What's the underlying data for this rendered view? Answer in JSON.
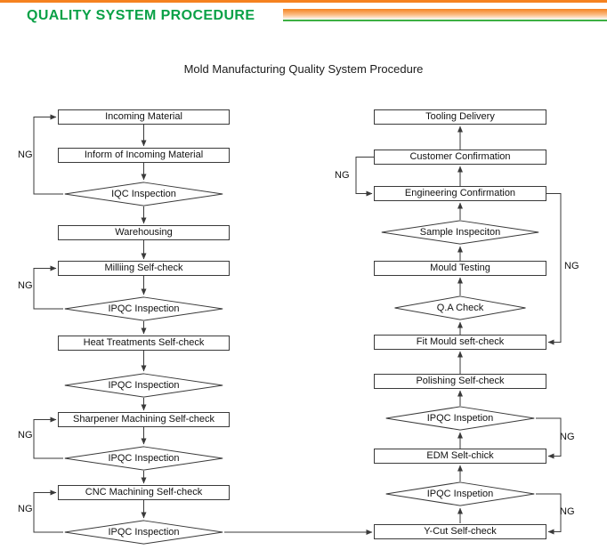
{
  "header": {
    "title": "QUALITY SYSTEM PROCEDURE"
  },
  "diagram": {
    "title": "Mold Manufacturing Quality System Procedure",
    "ng_label": "NG",
    "left": [
      {
        "label": "Incoming Material",
        "type": "rect"
      },
      {
        "label": "Inform of Incoming Material",
        "type": "rect"
      },
      {
        "label": "IQC Inspection",
        "type": "diamond"
      },
      {
        "label": "Warehousing",
        "type": "rect"
      },
      {
        "label": "Milliing Self-check",
        "type": "rect"
      },
      {
        "label": "IPQC Inspection",
        "type": "diamond"
      },
      {
        "label": "Heat Treatments Self-check",
        "type": "rect"
      },
      {
        "label": "IPQC Inspection",
        "type": "diamond"
      },
      {
        "label": "Sharpener Machining Self-check",
        "type": "rect"
      },
      {
        "label": "IPQC Inspection",
        "type": "diamond"
      },
      {
        "label": "CNC Machining Self-check",
        "type": "rect"
      },
      {
        "label": "IPQC Inspection",
        "type": "diamond"
      }
    ],
    "right": [
      {
        "label": "Tooling Delivery",
        "type": "rect"
      },
      {
        "label": "Customer Confirmation",
        "type": "rect"
      },
      {
        "label": "Engineering Confirmation",
        "type": "rect"
      },
      {
        "label": "Sample Inspeciton",
        "type": "diamond"
      },
      {
        "label": "Mould Testing",
        "type": "rect"
      },
      {
        "label": "Q.A Check",
        "type": "diamond"
      },
      {
        "label": "Fit Mould seft-check",
        "type": "rect"
      },
      {
        "label": "Polishing Self-check",
        "type": "rect"
      },
      {
        "label": "IPQC Inspetion",
        "type": "diamond"
      },
      {
        "label": "EDM Selt-chick",
        "type": "rect"
      },
      {
        "label": "IPQC Inspetion",
        "type": "diamond"
      },
      {
        "label": "Y-Cut Self-check",
        "type": "rect"
      }
    ],
    "flow": {
      "left_column_direction": "top-to-bottom",
      "right_column_direction": "bottom-to-top",
      "cross_link": "IPQC Inspection (bottom left) -> Y-Cut Self-check",
      "ng_loops": [
        {
          "from": "IQC Inspection",
          "to": "Incoming Material"
        },
        {
          "from": "IPQC Inspection (after Milliing)",
          "to": "Milliing Self-check"
        },
        {
          "from": "IPQC Inspection (after Sharpener)",
          "to": "Sharpener Machining Self-check"
        },
        {
          "from": "IPQC Inspection (after CNC)",
          "to": "CNC Machining Self-check"
        },
        {
          "from": "Customer Confirmation",
          "to": "Engineering Confirmation"
        },
        {
          "from": "Engineering Confirmation",
          "to": "Fit Mould seft-check"
        },
        {
          "from": "IPQC Inspetion (upper right)",
          "to": "EDM Selt-chick"
        },
        {
          "from": "IPQC Inspetion (lower right)",
          "to": "Y-Cut Self-check"
        }
      ]
    }
  },
  "colors": {
    "accent_orange": "#f58220",
    "accent_green": "#0aa147",
    "node_border": "#3a3a3a",
    "text": "#111111"
  }
}
